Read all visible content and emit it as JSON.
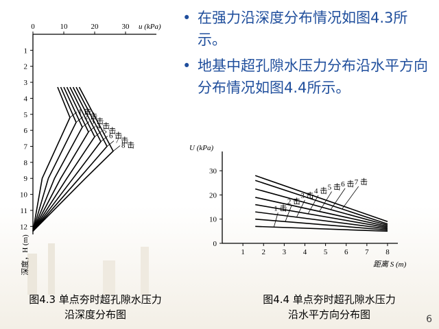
{
  "slide": {
    "bullets": [
      {
        "text": "在强力沿深度分布情况如图4.3所示。"
      },
      {
        "text": "地基中超孔隙水压力分布沿水平方向分布情况如图4.4所示。"
      }
    ],
    "caption_43_line1": "图4.3  单点夯时超孔隙水压力",
    "caption_43_line2": "沿深度分布图",
    "caption_44_line1": "图4.4  单点夯时超孔隙水压力",
    "caption_44_line2": "沿水平方向分布图",
    "page_number": "6"
  },
  "chart_data": [
    {
      "type": "line",
      "xlabel": "u (kPa)",
      "ylabel": "深度，H (m)",
      "x_ticks": [
        "0",
        "10",
        "20",
        "30"
      ],
      "y_ticks": [
        "1",
        "2",
        "3",
        "4",
        "5",
        "6",
        "7",
        "8",
        "9",
        "10",
        "11",
        "12"
      ],
      "xlim": [
        0,
        40
      ],
      "ylim": [
        0,
        12.5
      ],
      "y_inverted": true,
      "series": [
        {
          "name": "1 击",
          "points": [
            [
              0,
              12.3
            ],
            [
              3,
              9.0
            ],
            [
              12,
              5.2
            ],
            [
              8,
              3.3
            ]
          ]
        },
        {
          "name": "2 击",
          "points": [
            [
              0,
              12.3
            ],
            [
              5,
              9.0
            ],
            [
              14,
              5.5
            ],
            [
              9,
              3.3
            ]
          ]
        },
        {
          "name": "3 击",
          "points": [
            [
              0,
              12.3
            ],
            [
              7,
              9.0
            ],
            [
              16,
              5.8
            ],
            [
              10,
              3.3
            ]
          ]
        },
        {
          "name": "4 击",
          "points": [
            [
              0,
              12.3
            ],
            [
              9,
              9.0
            ],
            [
              18,
              6.1
            ],
            [
              11,
              3.3
            ]
          ]
        },
        {
          "name": "5 击",
          "points": [
            [
              0,
              12.3
            ],
            [
              11,
              9.0
            ],
            [
              20,
              6.4
            ],
            [
              12,
              3.3
            ]
          ]
        },
        {
          "name": "6 击",
          "points": [
            [
              0,
              12.3
            ],
            [
              13,
              9.0
            ],
            [
              22,
              6.7
            ],
            [
              13,
              3.3
            ]
          ]
        },
        {
          "name": "7 击",
          "points": [
            [
              0,
              12.3
            ],
            [
              15,
              9.0
            ],
            [
              24,
              7.0
            ],
            [
              14,
              3.3
            ]
          ]
        },
        {
          "name": "8 击",
          "points": [
            [
              0,
              12.3
            ],
            [
              17,
              9.0
            ],
            [
              26,
              7.3
            ],
            [
              15,
              3.3
            ]
          ]
        }
      ]
    },
    {
      "type": "line",
      "xlabel": "距离 S (m)",
      "ylabel": "U (kPa)",
      "x_ticks": [
        "1",
        "2",
        "3",
        "4",
        "5",
        "6",
        "7",
        "8"
      ],
      "y_ticks": [
        "0",
        "10",
        "20",
        "30"
      ],
      "xlim": [
        0,
        8.3
      ],
      "ylim": [
        0,
        34
      ],
      "series": [
        {
          "name": "1 击",
          "points": [
            [
              1.6,
              7
            ],
            [
              8,
              5
            ]
          ]
        },
        {
          "name": "2 击",
          "points": [
            [
              1.6,
              10
            ],
            [
              8,
              5.5
            ]
          ]
        },
        {
          "name": "3 击",
          "points": [
            [
              1.6,
              13
            ],
            [
              8,
              6
            ]
          ]
        },
        {
          "name": "4 击",
          "points": [
            [
              1.6,
              16
            ],
            [
              8,
              6.5
            ]
          ]
        },
        {
          "name": "5 击",
          "points": [
            [
              1.6,
              19
            ],
            [
              8,
              7
            ]
          ]
        },
        {
          "name": "6 击",
          "points": [
            [
              1.6,
              22.5
            ],
            [
              8,
              7.5
            ]
          ]
        },
        {
          "name": "7 击",
          "points": [
            [
              1.6,
              26
            ],
            [
              8,
              8
            ]
          ]
        },
        {
          "name": "",
          "points": [
            [
              1.6,
              28
            ],
            [
              8,
              9
            ]
          ]
        }
      ]
    }
  ]
}
